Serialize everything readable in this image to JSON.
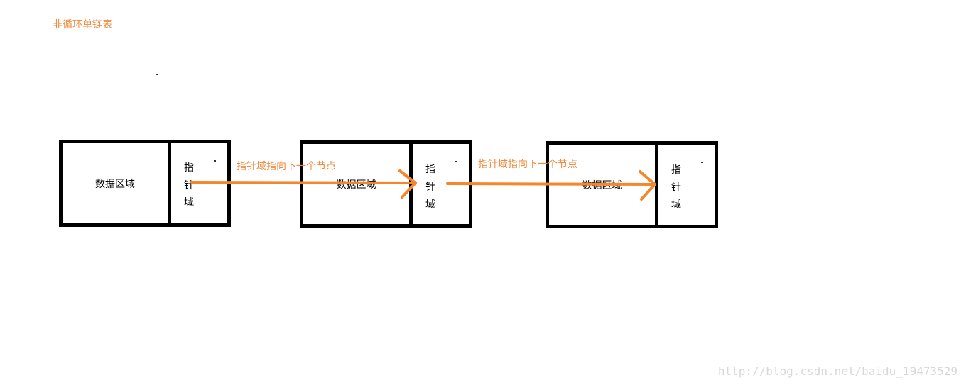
{
  "title": "非循环单链表",
  "nodes": [
    {
      "data_label": "数据区域",
      "pointer_chars": [
        "指",
        "针",
        "域"
      ]
    },
    {
      "data_label": "数据区域",
      "pointer_chars": [
        "指",
        "针",
        "域"
      ]
    },
    {
      "data_label": "数据区域",
      "pointer_chars": [
        "指",
        "针",
        "域"
      ]
    }
  ],
  "arrows": [
    {
      "label": "指针域指向下一个节点"
    },
    {
      "label": "指针域指向下一个节点"
    }
  ],
  "watermark": "http://blog.csdn.net/baidu_19473529",
  "colors": {
    "accent": "#f08a3c",
    "arrow": "#f5862c",
    "border": "#000000",
    "watermark": "#d8d8d8"
  }
}
